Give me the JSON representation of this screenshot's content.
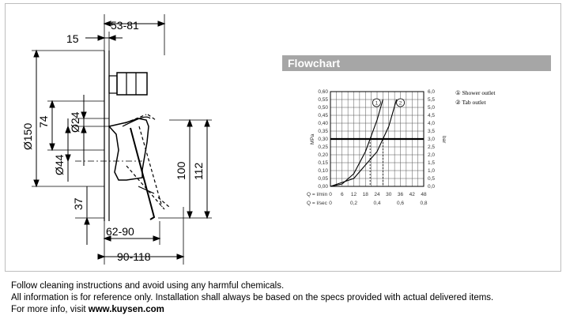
{
  "drawing": {
    "dims": {
      "top_width": "53-81",
      "offset": "15",
      "overall_height": "Ø150",
      "d74": "74",
      "d44": "Ø44",
      "d24": "Ø24",
      "lever_height": "100",
      "total_height": "112",
      "bottom": "37",
      "depth_inner": "62-90",
      "depth_outer": "90-118"
    }
  },
  "flowchart": {
    "title": "Flowchart",
    "chart_data": {
      "type": "line",
      "y_left_label": "MPa",
      "y_right_label": "bar",
      "y_left_ticks": [
        "0,60",
        "0,55",
        "0,50",
        "0,45",
        "0,40",
        "0,35",
        "0,30",
        "0,25",
        "0,20",
        "0,15",
        "0,10",
        "0,05",
        "0,00"
      ],
      "y_right_ticks": [
        "6,0",
        "5,5",
        "5,0",
        "4,5",
        "4,0",
        "3,5",
        "3,0",
        "2,5",
        "2,0",
        "1,5",
        "1,0",
        "0,5",
        "0,0"
      ],
      "x_lmin_label": "Q = l/min",
      "x_lmin_ticks": [
        "0",
        "6",
        "12",
        "18",
        "24",
        "30",
        "36",
        "42",
        "48"
      ],
      "x_lsec_label": "Q = l/sec",
      "x_lsec_ticks": [
        "0",
        "0,2",
        "0,4",
        "0,6",
        "0,8"
      ],
      "ylim": [
        0,
        0.6
      ],
      "xlim": [
        0,
        48
      ],
      "reference_pressure": 0.3,
      "series": [
        {
          "name": "Shower outlet",
          "marker": "1",
          "x": [
            0,
            6,
            12,
            18,
            24,
            27
          ],
          "y": [
            0,
            0.015,
            0.08,
            0.22,
            0.42,
            0.55
          ]
        },
        {
          "name": "Tab outlet",
          "marker": "2",
          "x": [
            0,
            12,
            24,
            30,
            34
          ],
          "y": [
            0,
            0.05,
            0.22,
            0.38,
            0.55
          ]
        }
      ],
      "legend": [
        {
          "marker": "①",
          "label": "Shower outlet"
        },
        {
          "marker": "②",
          "label": "Tab outlet"
        }
      ]
    }
  },
  "footer": {
    "line1": "Follow cleaning instructions and avoid using any harmful chemicals.",
    "line2": "All information is for reference only. Installation shall always be based on the specs provided with actual delivered items.",
    "line3_prefix": "For more info, visit ",
    "line3_url": "www.kuysen.com"
  }
}
